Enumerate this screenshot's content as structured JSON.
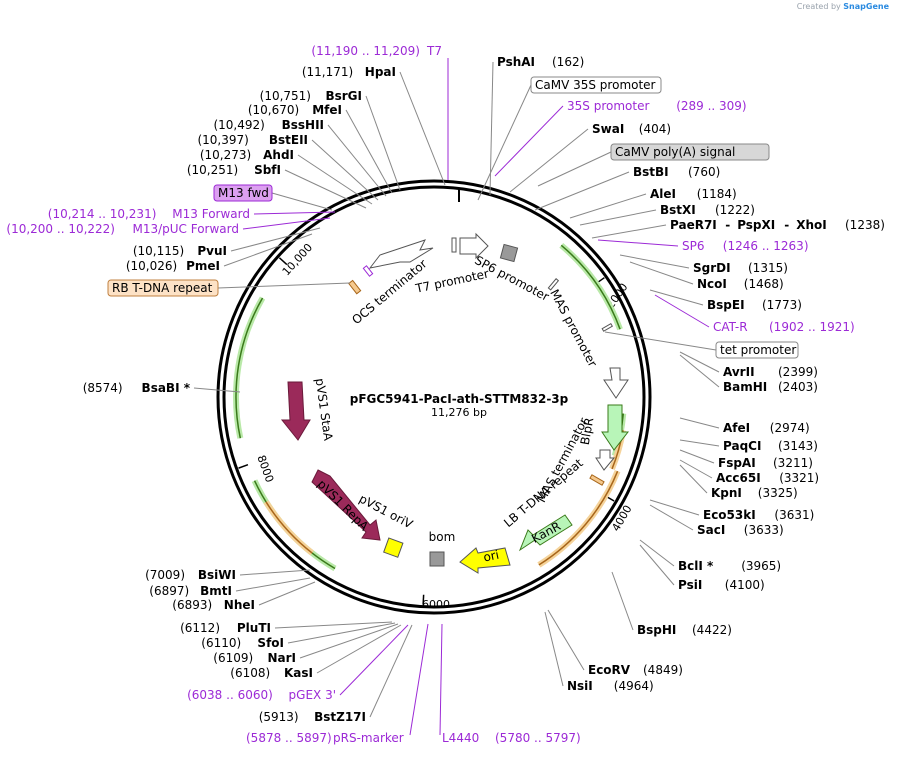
{
  "credit": {
    "prefix": "Created by",
    "brand": "SnapGene"
  },
  "plasmid": {
    "name": "pFGC5941-PacI-ath-STTM832-3p",
    "size": "11,276 bp"
  },
  "ticks": [
    "2000",
    "4000",
    "6000",
    "8000",
    "10,000"
  ],
  "colors": {
    "primer": "#9c2ad6",
    "feature_green": "#b8f5b8",
    "maroon": "#9b2a5a",
    "orange": "#f5c98e",
    "yellow": "#ffff00"
  },
  "features": {
    "ocs": "OCS terminator",
    "t7": "T7 promoter",
    "sp6": "SP6 promoter",
    "mas_prom": "MAS promoter",
    "blpr": "BlpR",
    "mas_term": "MAS terminator",
    "lb": "LB T-DNA repeat",
    "kanr": "KanR",
    "ori": "ori",
    "bom": "bom",
    "oriv": "pVS1 oriV",
    "repa": "pVS1 RepA",
    "sta": "pVS1 StaA"
  },
  "right_labels": [
    {
      "name": "PshAI",
      "pos": "(162)"
    },
    {
      "box": "CaMV 35S promoter"
    },
    {
      "primer": "35S promoter",
      "range": "(289 .. 309)"
    },
    {
      "name": "SwaI",
      "pos": "(404)"
    },
    {
      "box": "CaMV poly(A) signal"
    },
    {
      "name": "BstBI",
      "pos": "(760)"
    },
    {
      "name": "AleI",
      "pos": "(1184)"
    },
    {
      "name": "BstXI",
      "pos": "(1222)"
    },
    {
      "name": "PaeR7I",
      "name2": "PspXI",
      "name3": "XhoI",
      "pos": "(1238)"
    },
    {
      "primer": "SP6",
      "range": "(1246 .. 1263)"
    },
    {
      "name": "SgrDI",
      "pos": "(1315)"
    },
    {
      "name": "NcoI",
      "pos": "(1468)"
    },
    {
      "name": "BspEI",
      "pos": "(1773)"
    },
    {
      "primer": "CAT-R",
      "range": "(1902 .. 1921)"
    },
    {
      "box": "tet promoter"
    },
    {
      "name": "AvrII",
      "pos": "(2399)"
    },
    {
      "name": "BamHI",
      "pos": "(2403)"
    },
    {
      "name": "AfeI",
      "pos": "(2974)"
    },
    {
      "name": "PaqCI",
      "pos": "(3143)"
    },
    {
      "name": "FspAI",
      "pos": "(3211)"
    },
    {
      "name": "Acc65I",
      "pos": "(3321)"
    },
    {
      "name": "KpnI",
      "pos": "(3325)"
    },
    {
      "name": "Eco53kI",
      "pos": "(3631)"
    },
    {
      "name": "SacI",
      "pos": "(3633)"
    },
    {
      "name": "BclI *",
      "pos": "(3965)"
    },
    {
      "name": "PsiI",
      "pos": "(4100)"
    },
    {
      "name": "BspHI",
      "pos": "(4422)"
    },
    {
      "name": "EcoRV",
      "pos": "(4849)"
    },
    {
      "name": "NsiI",
      "pos": "(4964)"
    }
  ],
  "bottom_labels": [
    {
      "primer": "L4440",
      "range": "(5780 .. 5797)"
    },
    {
      "primer": "pRS-marker",
      "range": "(5878 .. 5897)"
    }
  ],
  "left_labels": [
    {
      "primer": "T7",
      "range": "(11,190 .. 11,209)"
    },
    {
      "name": "HpaI",
      "pos": "(11,171)"
    },
    {
      "name": "BsrGI",
      "pos": "(10,751)"
    },
    {
      "name": "MfeI",
      "pos": "(10,670)"
    },
    {
      "name": "BssHII",
      "pos": "(10,492)"
    },
    {
      "name": "BstEII",
      "pos": "(10,397)"
    },
    {
      "name": "AhdI",
      "pos": "(10,273)"
    },
    {
      "name": "SbfI",
      "pos": "(10,251)"
    },
    {
      "box": "M13 fwd"
    },
    {
      "primer": "M13 Forward",
      "range": "(10,214 .. 10,231)"
    },
    {
      "primer": "M13/pUC Forward",
      "range": "(10,200 .. 10,222)"
    },
    {
      "name": "PvuI",
      "pos": "(10,115)"
    },
    {
      "name": "PmeI",
      "pos": "(10,026)"
    },
    {
      "box": "RB T-DNA repeat"
    },
    {
      "name": "BsaBI *",
      "pos": "(8574)"
    },
    {
      "name": "BsiWI",
      "pos": "(7009)"
    },
    {
      "name": "BmtI",
      "pos": "(6897)"
    },
    {
      "name": "NheI",
      "pos": "(6893)"
    },
    {
      "name": "PluTI",
      "pos": "(6112)"
    },
    {
      "name": "SfoI",
      "pos": "(6110)"
    },
    {
      "name": "NarI",
      "pos": "(6109)"
    },
    {
      "name": "KasI",
      "pos": "(6108)"
    },
    {
      "primer": "pGEX 3'",
      "range": "(6038 .. 6060)"
    },
    {
      "name": "BstZ17I",
      "pos": "(5913)"
    }
  ]
}
